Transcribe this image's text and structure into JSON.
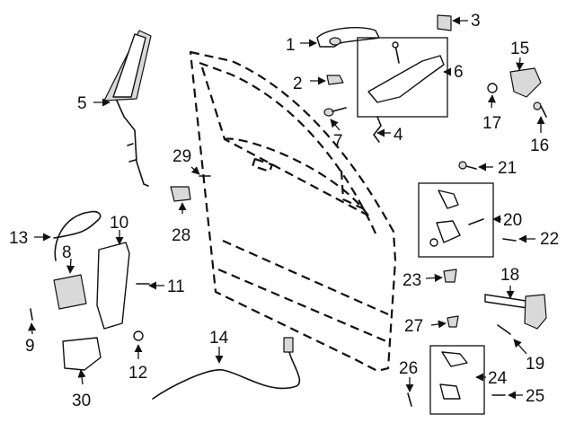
{
  "callouts": [
    "1",
    "2",
    "3",
    "4",
    "5",
    "6",
    "7",
    "8",
    "9",
    "10",
    "11",
    "12",
    "13",
    "14",
    "15",
    "16",
    "17",
    "18",
    "19",
    "20",
    "21",
    "22",
    "23",
    "24",
    "25",
    "26",
    "27",
    "28",
    "29",
    "30"
  ]
}
